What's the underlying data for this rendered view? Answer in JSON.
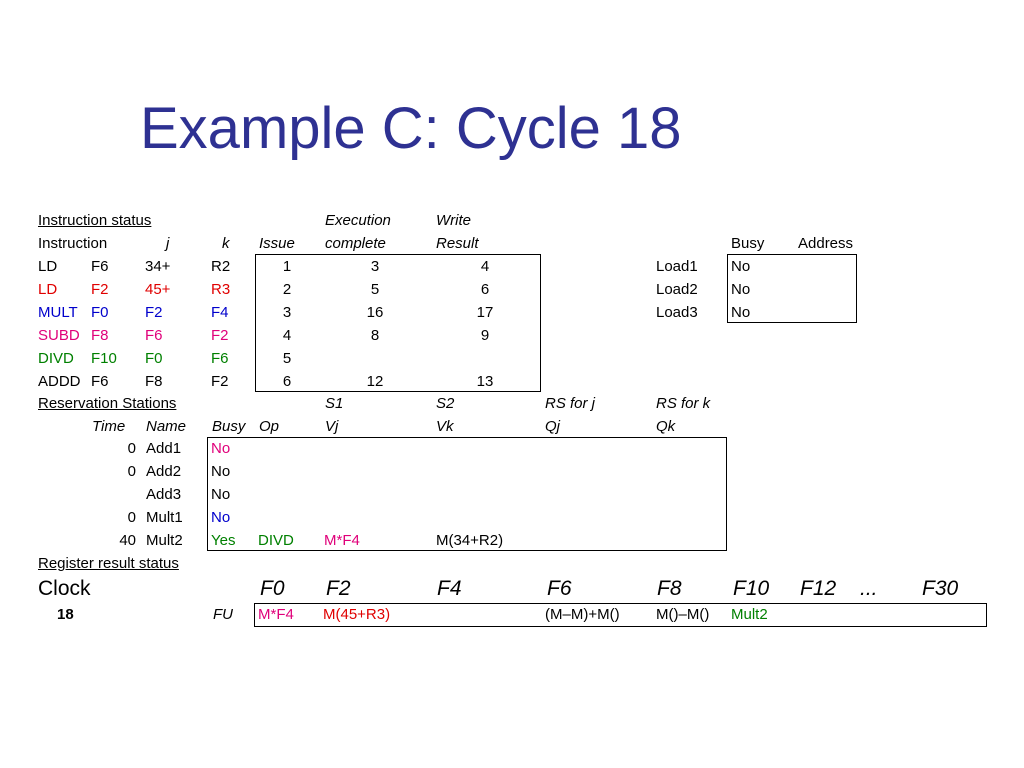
{
  "title": "Example C: Cycle 18",
  "instr_status": {
    "heading": "Instruction status ",
    "h_execution": "Execution",
    "h_write": "Write",
    "h_instruction": "Instruction",
    "h_j": "j",
    "h_k": "k",
    "h_issue": "Issue",
    "h_complete": "complete",
    "h_result": "Result",
    "rows": [
      {
        "op": "LD",
        "dst": "F6",
        "j": "34+",
        "k": "R2",
        "issue": "1",
        "exec": "3",
        "write": "4"
      },
      {
        "op": "LD",
        "dst": "F2",
        "j": "45+",
        "k": "R3",
        "issue": "2",
        "exec": "5",
        "write": "6"
      },
      {
        "op": "MULT",
        "dst": "F0",
        "j": "F2",
        "k": "F4",
        "issue": "3",
        "exec": "16",
        "write": "17"
      },
      {
        "op": "SUBD",
        "dst": "F8",
        "j": "F6",
        "k": "F2",
        "issue": "4",
        "exec": "8",
        "write": "9"
      },
      {
        "op": "DIVD",
        "dst": "F10",
        "j": "F0",
        "k": "F6",
        "issue": "5",
        "exec": "",
        "write": ""
      },
      {
        "op": "ADDD",
        "dst": "F6",
        "j": "F8",
        "k": "F2",
        "issue": "6",
        "exec": "12",
        "write": "13"
      }
    ]
  },
  "load_buffers": {
    "h_busy": "Busy",
    "h_address": "Address",
    "rows": [
      {
        "name": "Load1",
        "busy": "No"
      },
      {
        "name": "Load2",
        "busy": "No"
      },
      {
        "name": "Load3",
        "busy": "No"
      }
    ]
  },
  "rs": {
    "heading": "Reservation Stations",
    "h_s1": "S1",
    "h_s2": "S2",
    "h_rsj": "RS for j",
    "h_rsk": "RS for k",
    "h_time": "Time",
    "h_name": "Name",
    "h_busy": "Busy",
    "h_op": "Op",
    "h_vj": "Vj",
    "h_vk": "Vk",
    "h_qj": "Qj",
    "h_qk": "Qk",
    "rows": [
      {
        "time": "0",
        "name": "Add1",
        "busy": "No",
        "op": "",
        "vj": "",
        "vk": ""
      },
      {
        "time": "0",
        "name": "Add2",
        "busy": "No",
        "op": "",
        "vj": "",
        "vk": ""
      },
      {
        "time": "",
        "name": "Add3",
        "busy": "No",
        "op": "",
        "vj": "",
        "vk": ""
      },
      {
        "time": "0",
        "name": "Mult1",
        "busy": "No",
        "op": "",
        "vj": "",
        "vk": ""
      },
      {
        "time": "40",
        "name": "Mult2",
        "busy": "Yes",
        "op": "DIVD",
        "vj": "M*F4",
        "vk": "M(34+R2)"
      }
    ]
  },
  "reg": {
    "heading": "Register result status",
    "clock_label": "Clock",
    "clock_value": "18",
    "fu_label": "FU",
    "regs": [
      "F0",
      "F2",
      "F4",
      "F6",
      "F8",
      "F10",
      "F12",
      "...",
      "F30"
    ],
    "values": [
      "M*F4",
      "M(45+R3)",
      "",
      "(M–M)+M()",
      "M()–M()",
      "Mult2",
      "",
      "",
      ""
    ]
  },
  "colors": {
    "title": "#2e3192",
    "red": "#e00000",
    "blue": "#0000cc",
    "magenta": "#e0007a",
    "green": "#008000"
  }
}
